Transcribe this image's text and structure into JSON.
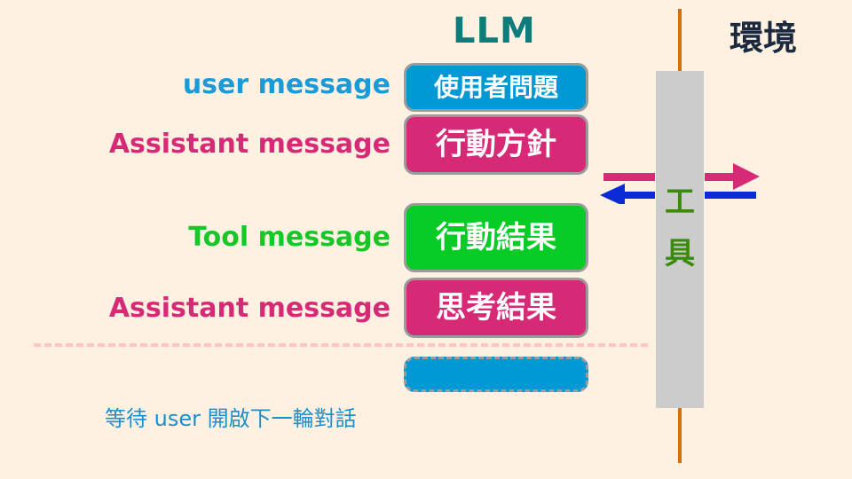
{
  "headers": {
    "llm": "LLM",
    "environment": "環境"
  },
  "tool": {
    "label_top": "工",
    "label_bottom": "具"
  },
  "rows": [
    {
      "label": "user message",
      "label_color": "#1a9bd7",
      "box_text": "使用者問題",
      "box_color": "#0099d6"
    },
    {
      "label": "Assistant message",
      "label_color": "#d62a76",
      "box_text": "行動方針",
      "box_color": "#d62a76"
    },
    {
      "label": "Tool message",
      "label_color": "#17c728",
      "box_text": "行動結果",
      "box_color": "#07cc25"
    },
    {
      "label": "Assistant message",
      "label_color": "#d62a76",
      "box_text": "思考結果",
      "box_color": "#d62a76"
    }
  ],
  "pending_box": {
    "box_text": "",
    "box_color": "#0099d6"
  },
  "waiting_text": "等待 user 開啟下一輪對話",
  "colors": {
    "background": "#fff1e2",
    "arrow_out": "#d62a76",
    "arrow_in": "#0b2bd6",
    "divider": "#d0730f",
    "tool_bar": "#cccccc"
  }
}
